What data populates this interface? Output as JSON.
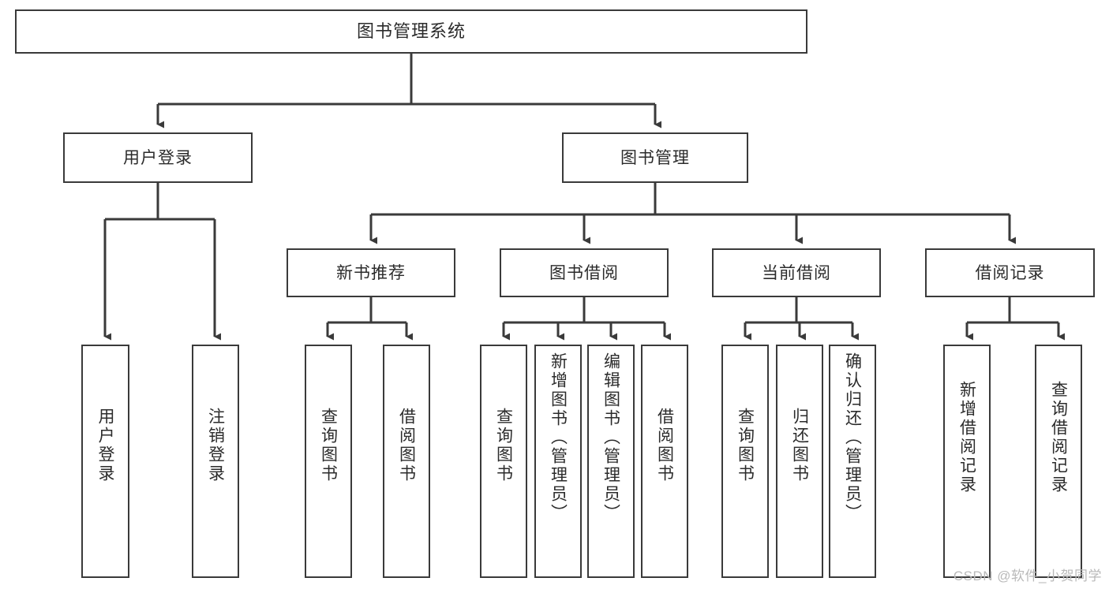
{
  "diagram": {
    "type": "tree-hierarchy-chart",
    "title": "图书管理系统",
    "line_color": "#3a3a3a",
    "box_fill": "#ffffff",
    "text_color": "#2b2b2b",
    "nodes": {
      "root": {
        "label": "图书管理系统"
      },
      "level2": [
        {
          "label": "用户登录"
        },
        {
          "label": "图书管理"
        }
      ],
      "level3": [
        {
          "label": "新书推荐"
        },
        {
          "label": "图书借阅"
        },
        {
          "label": "当前借阅"
        },
        {
          "label": "借阅记录"
        }
      ],
      "leaves": [
        {
          "label": "用户登录",
          "parent": "用户登录"
        },
        {
          "label": "注销登录",
          "parent": "用户登录"
        },
        {
          "label": "查询图书",
          "parent": "新书推荐"
        },
        {
          "label": "借阅图书",
          "parent": "新书推荐"
        },
        {
          "label": "查询图书",
          "parent": "图书借阅"
        },
        {
          "label": "新增图书（管理员）",
          "parent": "图书借阅"
        },
        {
          "label": "编辑图书（管理员）",
          "parent": "图书借阅"
        },
        {
          "label": "借阅图书",
          "parent": "图书借阅"
        },
        {
          "label": "查询图书",
          "parent": "当前借阅"
        },
        {
          "label": "归还图书",
          "parent": "当前借阅"
        },
        {
          "label": "确认归还（管理员）",
          "parent": "当前借阅"
        },
        {
          "label": "新增借阅记录",
          "parent": "借阅记录"
        },
        {
          "label": "查询借阅记录",
          "parent": "借阅记录"
        }
      ]
    },
    "watermark": "CSDN @软件_小贺同学"
  }
}
